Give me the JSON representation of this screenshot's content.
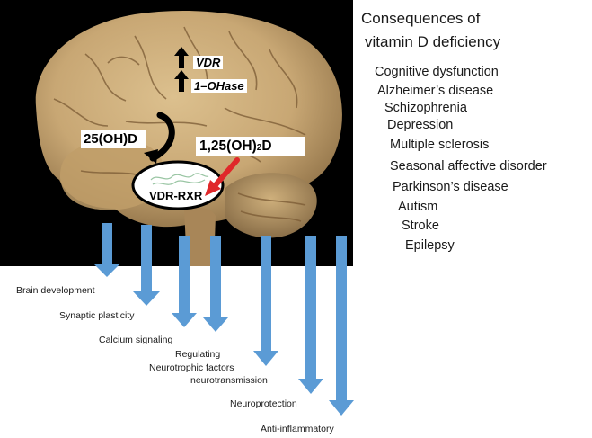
{
  "consequences": {
    "title_line1": "Consequences of",
    "title_line2": "vitamin D deficiency",
    "items": [
      "Cognitive dysfunction",
      "Alzheimer’s disease",
      "Schizophrenia",
      "Depression",
      "Multiple sclerosis",
      "Seasonal affective disorder",
      "Parkinson’s disease",
      "Autism",
      "Stroke",
      "Epilepsy"
    ]
  },
  "molecules": {
    "vdr": "VDR",
    "one_ohase": "1–OHase",
    "calcidiol": "25(OH)D",
    "calcitriol_prefix": "1,25(OH)",
    "calcitriol_sub": "2",
    "calcitriol_suffix": "D",
    "receptor": "VDR-RXR"
  },
  "effects": [
    "Brain development",
    "Synaptic plasticity",
    "Calcium signaling",
    "Regulating",
    "Neurotrophic factors",
    "neurotransmission",
    "Neuroprotection",
    "Anti-inflammatory"
  ],
  "colors": {
    "panel_bg": "#000000",
    "brain": "#c8a774",
    "effect_arrow": "#5b9bd5",
    "red_arrow": "#e0282a",
    "text": "#1a1a1a"
  }
}
